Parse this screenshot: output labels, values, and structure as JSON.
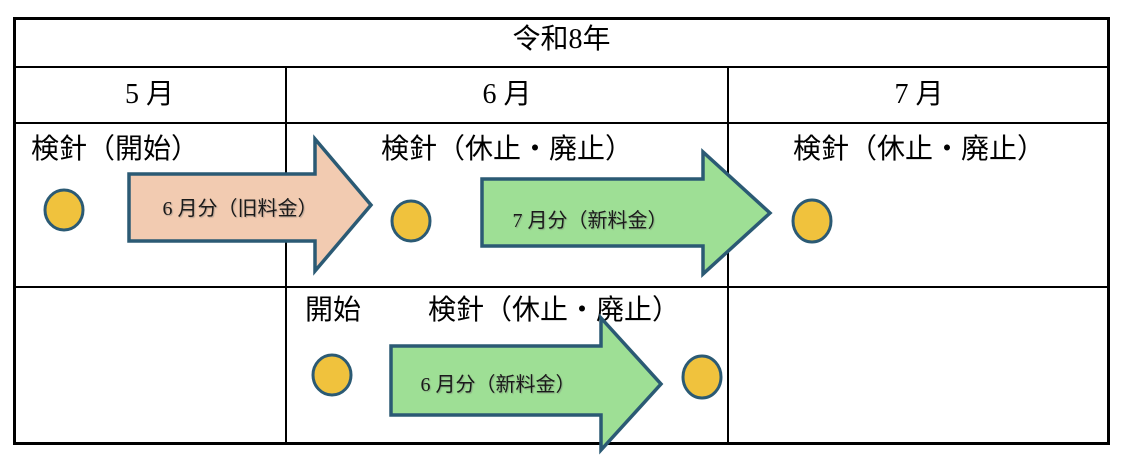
{
  "header": {
    "year_title": "令和8年",
    "months": [
      "5 月",
      "6 月",
      "7 月"
    ]
  },
  "row1": {
    "col1_label": "検針（開始）",
    "col2_label": "検針（休止・廃止）",
    "col3_label": "検針（休止・廃止）",
    "old_rate_arrow_label": "6 月分（旧料金）",
    "new_rate_arrow_label": "7 月分（新料金）"
  },
  "row2": {
    "start_label": "開始",
    "meter_reading_label": "検針（休止・廃止）",
    "new_rate_arrow_label": "6 月分（新料金）"
  },
  "colors": {
    "old_rate_arrow_fill": "#F2CBB1",
    "new_rate_arrow_fill": "#9EDF95",
    "shape_border": "#2B5A74",
    "marker_fill": "#F0C23D",
    "table_border": "#000000"
  }
}
